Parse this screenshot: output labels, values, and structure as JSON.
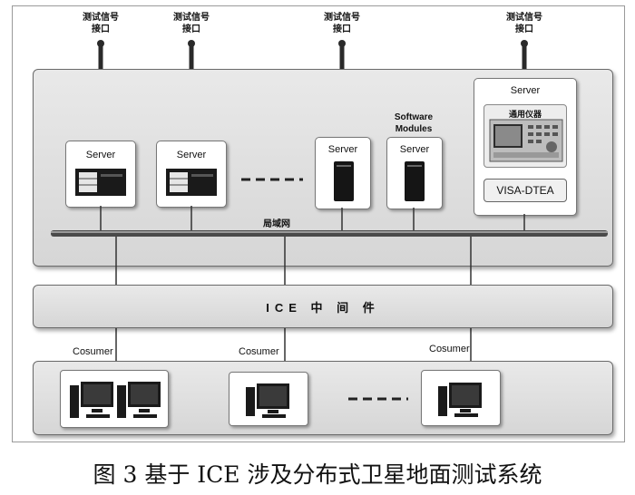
{
  "signal_interface_label": [
    "测试信号",
    "接口"
  ],
  "servers": [
    {
      "label": "Server",
      "icon": "rack-server-icon"
    },
    {
      "label": "Server",
      "icon": "rack-server-icon"
    },
    {
      "label": "Server",
      "icon": "tower-server-icon"
    },
    {
      "label": "Server",
      "icon": "tower-server-icon"
    },
    {
      "label": "Server",
      "icon": "test-instrument-icon"
    }
  ],
  "software_modules_label": [
    "Software",
    "Modules"
  ],
  "instrument_label": "通用仪器",
  "visa_label": "VISA-DTEA",
  "lan_label": "局域网",
  "middleware_label": "ICE 中 间 件",
  "consumers": [
    {
      "label": "Cosumer",
      "icon": "dual-workstation-icon"
    },
    {
      "label": "Cosumer",
      "icon": "workstation-icon"
    },
    {
      "label": "Cosumer",
      "icon": "workstation-icon"
    }
  ],
  "caption": "图 3  基于 ICE 涉及分布式卫星地面测试系统"
}
